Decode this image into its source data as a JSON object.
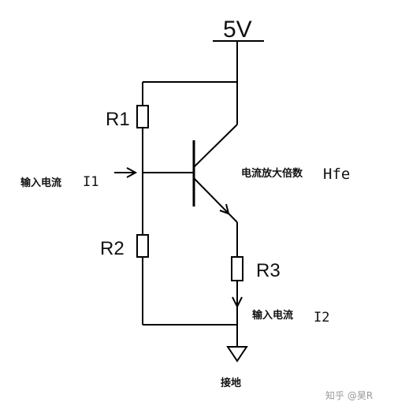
{
  "supply": {
    "voltage": "5V"
  },
  "resistors": {
    "r1": "R1",
    "r2": "R2",
    "r3": "R3"
  },
  "input": {
    "label": "输入电流",
    "symbol": "I1"
  },
  "output": {
    "label": "输入电流",
    "symbol": "I2"
  },
  "transistor": {
    "label": "电流放大倍数",
    "symbol": "Hfe"
  },
  "ground": {
    "label": "接地"
  },
  "watermark": {
    "text": "知乎 @昊R"
  }
}
